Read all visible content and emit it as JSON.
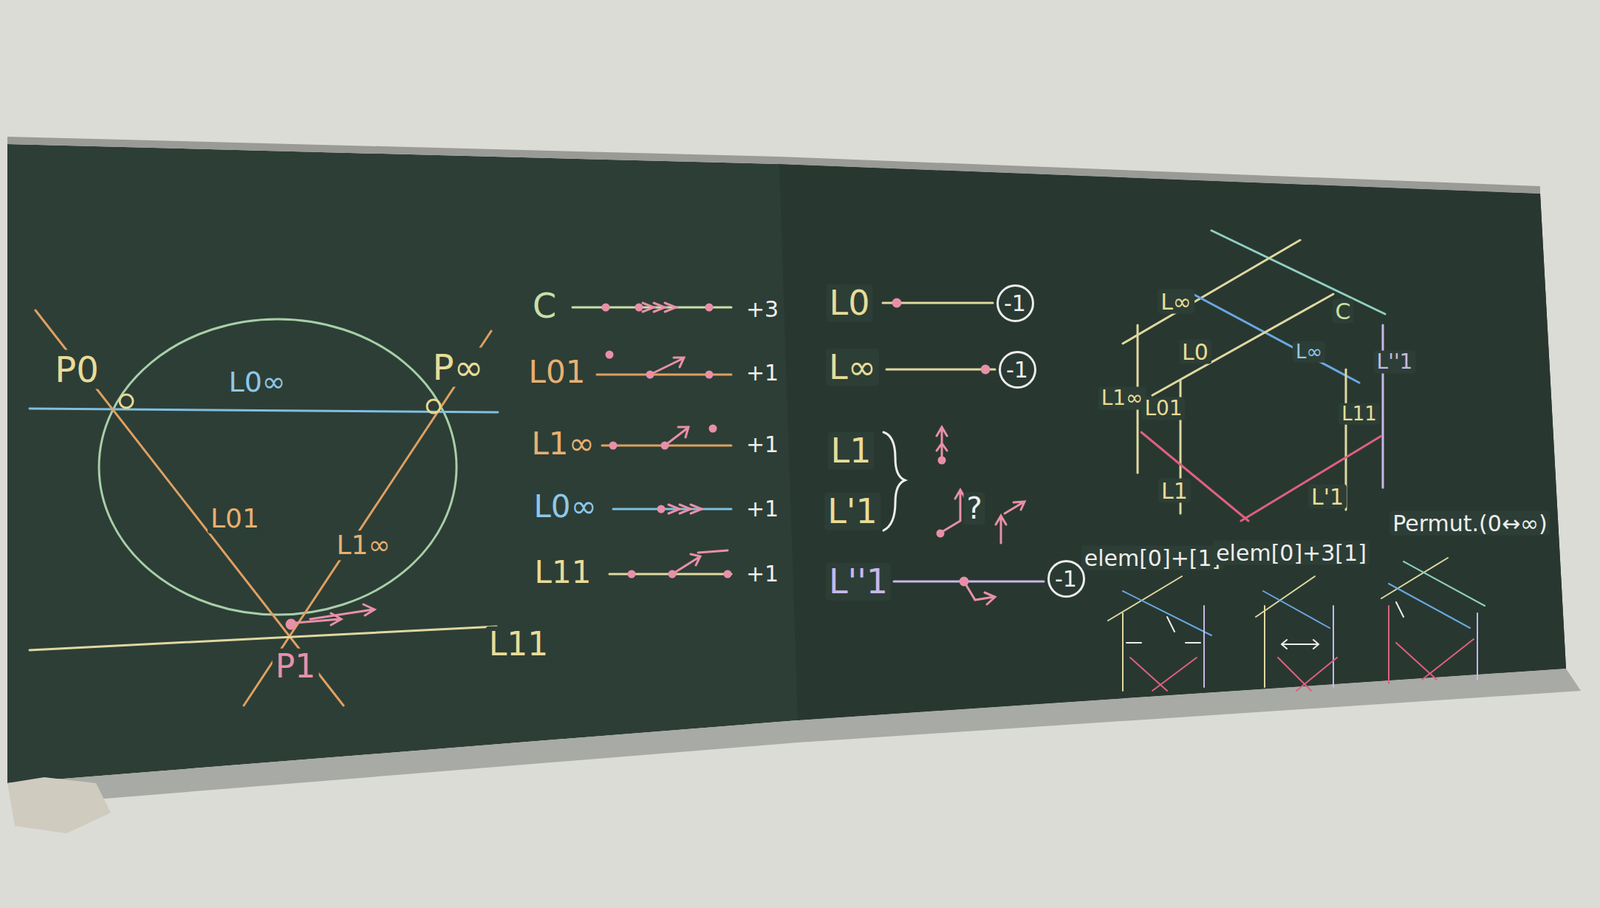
{
  "diagram": {
    "nodes": [
      {
        "text": [
          "-1"
        ]
      },
      {
        "text": [
          "-1"
        ]
      },
      {
        "text": [
          "-1"
        ]
      }
    ],
    "labels": [
      "P0",
      "P∞",
      "L0∞",
      "L01",
      "L1∞",
      "P1",
      "L11",
      "C",
      "+3",
      "L01",
      "+1",
      "L1∞",
      "+1",
      "L0∞",
      "+1",
      "L11",
      "+1",
      "L0",
      "L∞",
      "L1",
      "L'1",
      "?",
      "L''1",
      "L∞",
      "C",
      "L0",
      "L∞",
      "L1∞",
      "L01",
      "L11",
      "L''1",
      "L1",
      "L'1",
      "elem[0]+[1]",
      "elem[0]+3[1]",
      "Permut.(0↔∞)"
    ]
  }
}
